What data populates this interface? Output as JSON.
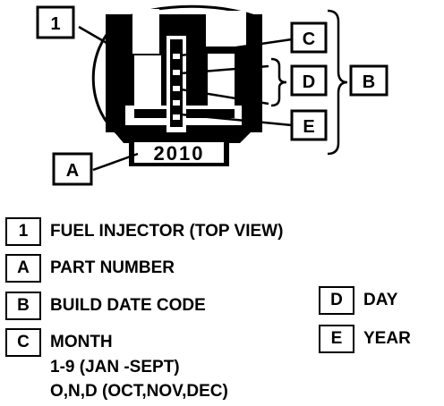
{
  "callouts": {
    "one": "1",
    "a": "A",
    "b": "B",
    "c": "C",
    "d": "D",
    "e": "E"
  },
  "part_number_stamp": "2010",
  "legend": {
    "item_1": {
      "key": "1",
      "text": "FUEL INJECTOR (TOP VIEW)"
    },
    "item_a": {
      "key": "A",
      "text": "PART NUMBER"
    },
    "item_b": {
      "key": "B",
      "text": "BUILD DATE CODE"
    },
    "item_c": {
      "key": "C",
      "text": "MONTH"
    },
    "item_c_line2": "1-9 (JAN -SEPT)",
    "item_c_line3": "O,N,D (OCT,NOV,DEC)",
    "item_d": {
      "key": "D",
      "text": "DAY"
    },
    "item_e": {
      "key": "E",
      "text": "YEAR"
    }
  }
}
